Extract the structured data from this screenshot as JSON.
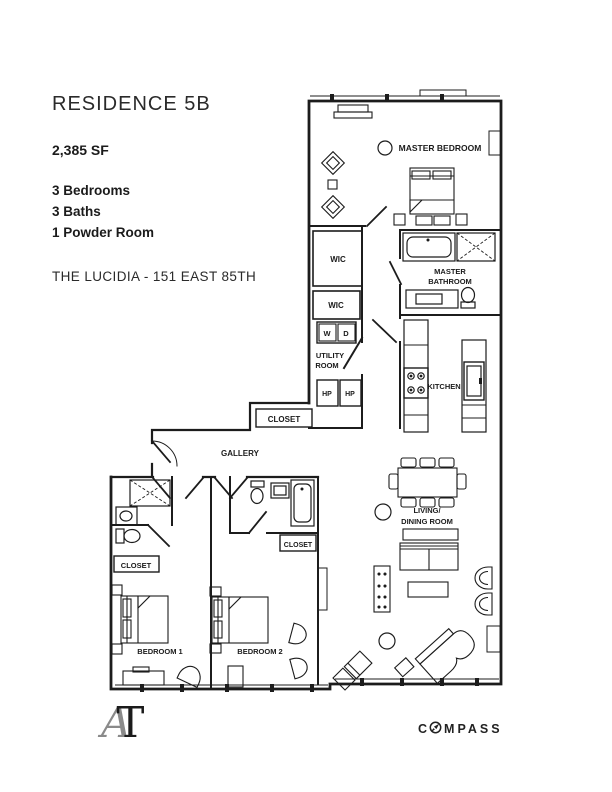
{
  "header": {
    "title": "RESIDENCE 5B",
    "area": "2,385 SF",
    "features": [
      "3 Bedrooms",
      "3 Baths",
      "1 Powder Room"
    ],
    "building": "THE LUCIDIA - 151 EAST 85TH"
  },
  "rooms": {
    "master_bedroom": "MASTER BEDROOM",
    "wic_1": "WIC",
    "wic_2": "WIC",
    "master_bath_line1": "MASTER",
    "master_bath_line2": "BATHROOM",
    "washer": "W",
    "dryer": "D",
    "utility_line1": "UTILITY",
    "utility_line2": "ROOM",
    "hp_1": "HP",
    "hp_2": "HP",
    "kitchen": "KITCHEN",
    "closet_gallery": "CLOSET",
    "gallery": "GALLERY",
    "closet_bedroom1": "CLOSET",
    "closet_bedroom2": "CLOSET",
    "bedroom_1": "BEDROOM 1",
    "bedroom_2": "BEDROOM 2",
    "living_line1": "LIVING/",
    "living_line2": "DINING ROOM"
  },
  "footer": {
    "monogram_a": "A",
    "monogram_t": "T",
    "compass_prefix": "C",
    "compass_suffix": "MPASS"
  },
  "colors": {
    "ink": "#1b1b1b",
    "monogram_light": "#8a8a8a"
  }
}
